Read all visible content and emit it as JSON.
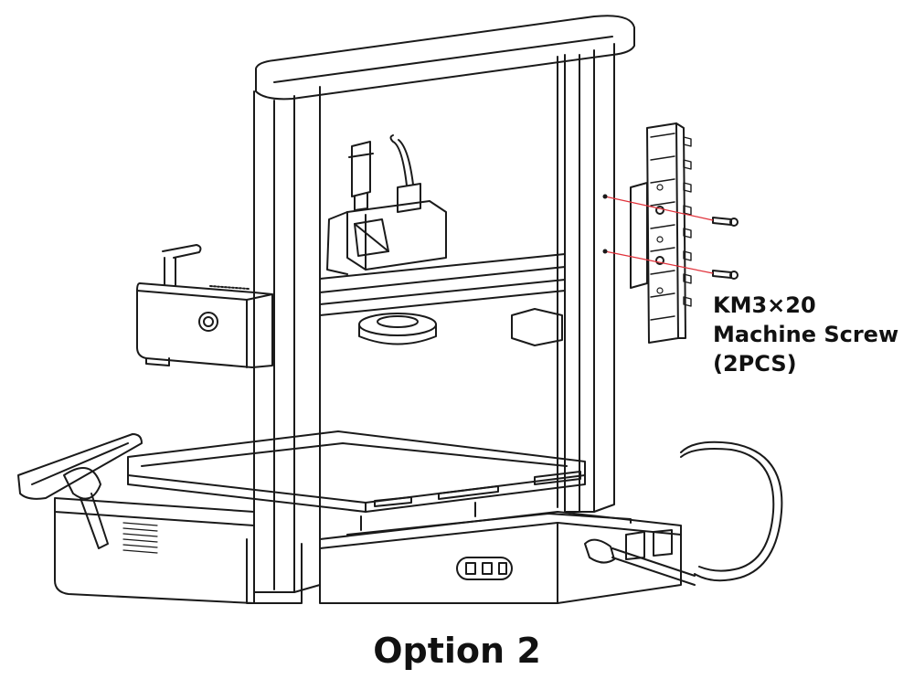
{
  "callout": {
    "line1": "KM3×20",
    "line2": "Machine Screw",
    "line3": "(2PCS)"
  },
  "caption": "Option 2",
  "colors": {
    "line": "#1a1a1a",
    "leader": "#e0313a",
    "background": "#ffffff"
  },
  "icons": {
    "printer": "3d-printer-drawing",
    "board": "hub-board",
    "screw": "machine-screw"
  }
}
